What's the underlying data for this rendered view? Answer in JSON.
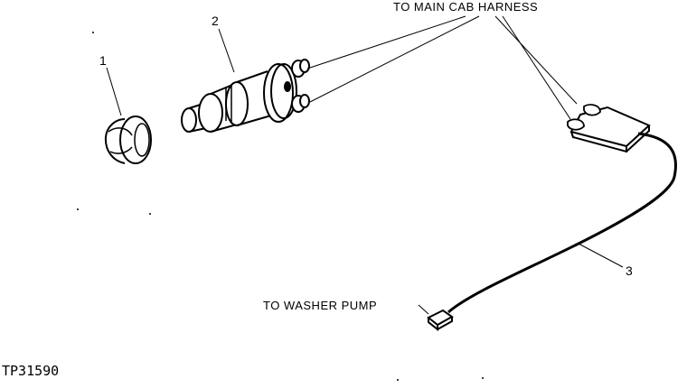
{
  "labels": {
    "to_main_cab_harness": "TO MAIN CAB HARNESS",
    "to_washer_pump": "TO WASHER PUMP",
    "figure_code": "TP31590"
  },
  "callouts": [
    "1",
    "2",
    "3"
  ]
}
